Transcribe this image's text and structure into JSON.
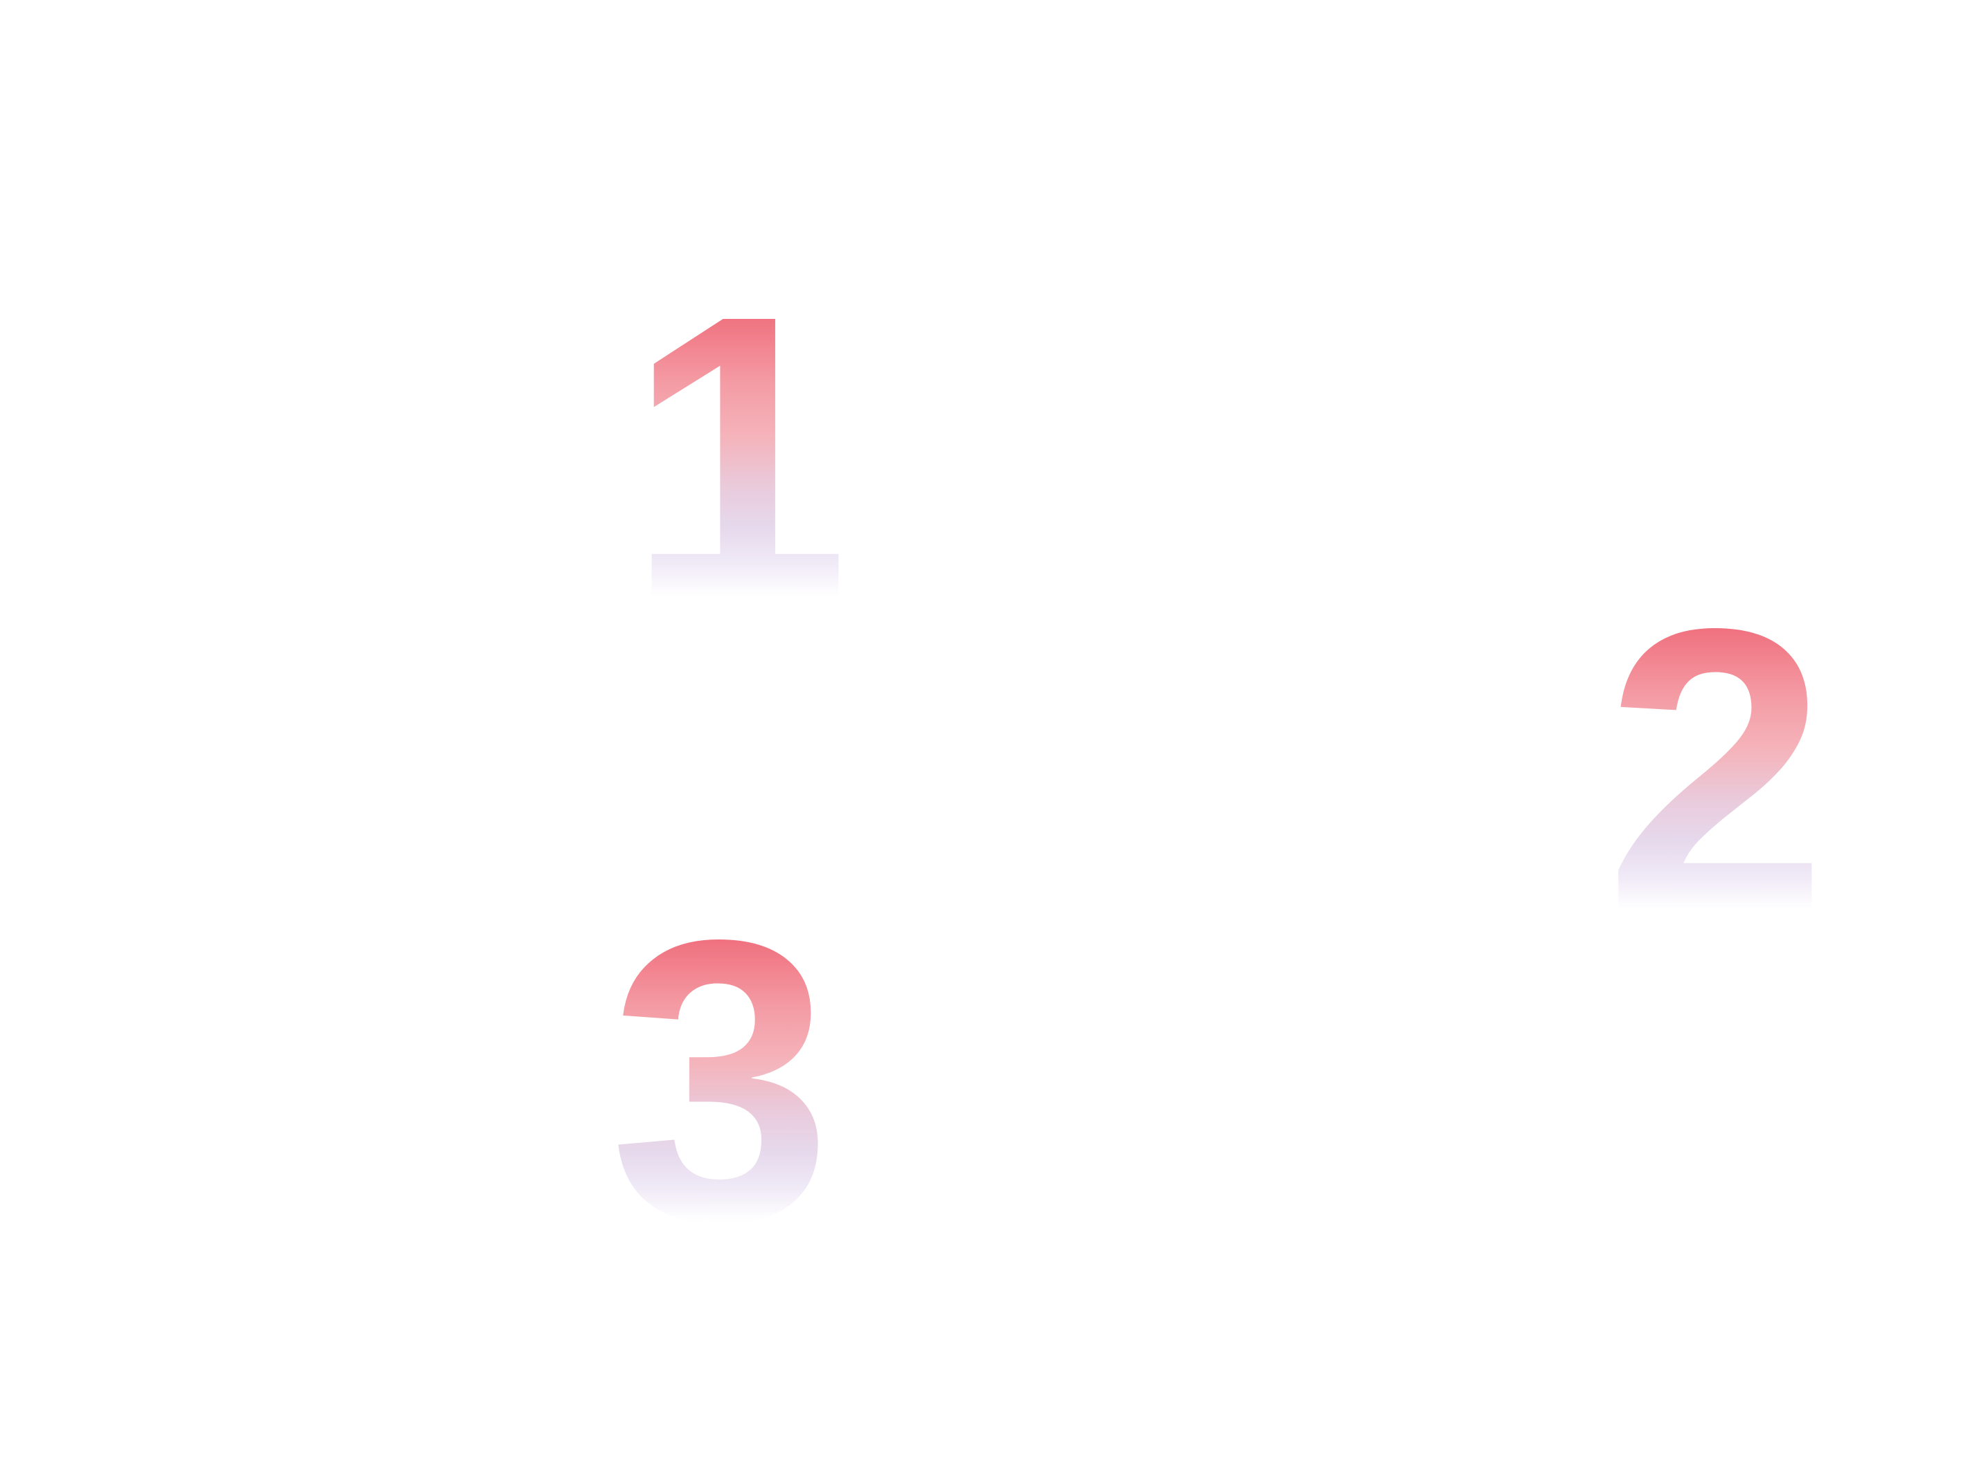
{
  "steps": [
    {
      "label": "1"
    },
    {
      "label": "2"
    },
    {
      "label": "3"
    }
  ],
  "colors": {
    "gradient_top": "#ef6c7a",
    "gradient_mid": "#f5b3ba",
    "gradient_low": "#e6d9ec",
    "background": "#ffffff"
  }
}
